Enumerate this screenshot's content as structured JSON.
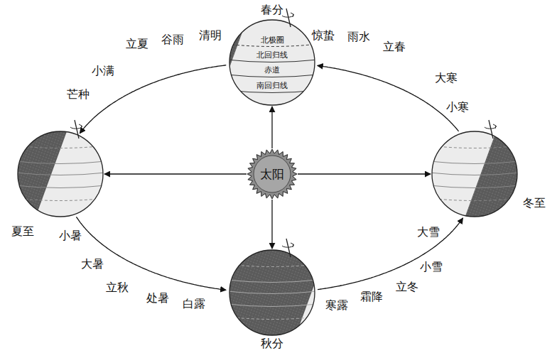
{
  "diagram": {
    "nodes": [
      {
        "text": [
          "春分",
          "北极圈",
          "北回归线",
          "赤道",
          "南回归线"
        ]
      },
      {
        "text": [
          "夏至"
        ]
      },
      {
        "text": [
          "太阳"
        ]
      },
      {
        "text": [
          "冬至"
        ]
      },
      {
        "text": [
          "秋分"
        ]
      }
    ],
    "edges": [
      {
        "from": 2,
        "to": 0,
        "arrow": "to"
      },
      {
        "from": 2,
        "to": 1,
        "arrow": "to"
      },
      {
        "from": 2,
        "to": 3,
        "arrow": "to"
      },
      {
        "from": 2,
        "to": 4,
        "arrow": "to"
      },
      {
        "from": 3,
        "to": 0,
        "arrow": "to"
      },
      {
        "from": 0,
        "to": 1,
        "arrow": "to"
      },
      {
        "from": 1,
        "to": 4,
        "arrow": "to"
      },
      {
        "from": 4,
        "to": 3,
        "arrow": "to"
      }
    ],
    "labels": [
      "立春",
      "雨水",
      "惊蛰",
      "清明",
      "谷雨",
      "立夏",
      "小满",
      "芒种",
      "小暑",
      "大暑",
      "立秋",
      "处暑",
      "白露",
      "寒露",
      "霜降",
      "立冬",
      "小雪",
      "大雪",
      "小寒",
      "大寒"
    ]
  }
}
